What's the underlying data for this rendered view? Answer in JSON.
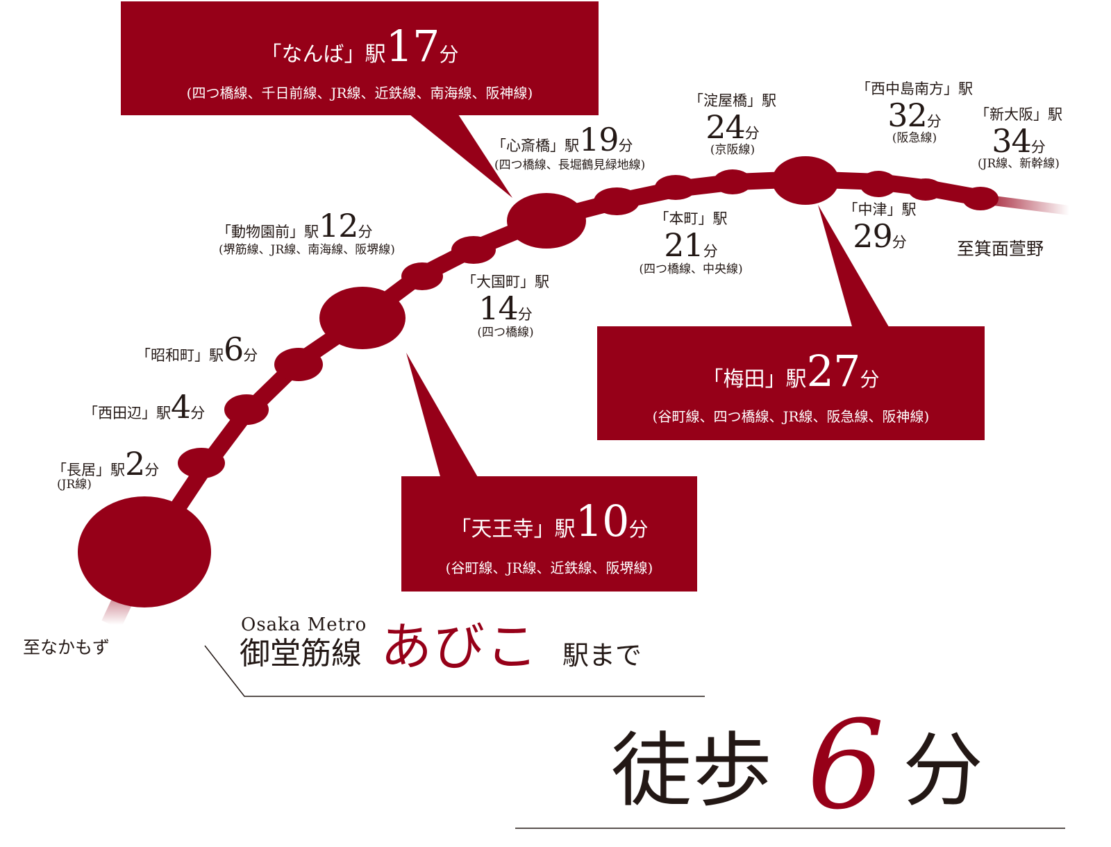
{
  "colors": {
    "accent": "#960018",
    "text": "#231815",
    "background": "#ffffff"
  },
  "directions": {
    "south": "至なかもず",
    "north": "至箕面萱野"
  },
  "stations": {
    "nagai": {
      "name": "「長居」駅",
      "minutes": "2",
      "unit": "分",
      "lines": "(JR線)"
    },
    "nishitanabe": {
      "name": "「西田辺」駅",
      "minutes": "4",
      "unit": "分"
    },
    "showacho": {
      "name": "「昭和町」駅",
      "minutes": "6",
      "unit": "分"
    },
    "dobutsuen": {
      "name": "「動物園前」駅",
      "minutes": "12",
      "unit": "分",
      "lines": "(堺筋線、JR線、南海線、阪堺線)"
    },
    "daikokucho": {
      "name": "「大国町」駅",
      "minutes": "14",
      "unit": "分",
      "lines": "(四つ橋線)"
    },
    "shinsaibashi": {
      "name": "「心斎橋」駅",
      "minutes": "19",
      "unit": "分",
      "lines": "(四つ橋線、長堀鶴見緑地線)"
    },
    "hommachi": {
      "name": "「本町」駅",
      "minutes": "21",
      "unit": "分",
      "lines": "(四つ橋線、中央線)"
    },
    "yodoyabashi": {
      "name": "「淀屋橋」駅",
      "minutes": "24",
      "unit": "分",
      "lines": "(京阪線)"
    },
    "nakatsu": {
      "name": "「中津」駅",
      "minutes": "29",
      "unit": "分"
    },
    "nishinakajima": {
      "name": "「西中島南方」駅",
      "minutes": "32",
      "unit": "分",
      "lines": "(阪急線)"
    },
    "shinosaka": {
      "name": "「新大阪」駅",
      "minutes": "34",
      "unit": "分",
      "lines": "(JR線、新幹線)"
    }
  },
  "callouts": {
    "namba": {
      "name": "「なんば」駅",
      "minutes": "17",
      "unit": "分",
      "lines": "(四つ橋線、千日前線、JR線、近鉄線、南海線、阪神線)"
    },
    "tennoji": {
      "name": "「天王寺」駅",
      "minutes": "10",
      "unit": "分",
      "lines": "(谷町線、JR線、近鉄線、阪堺線)"
    },
    "umeda": {
      "name": "「梅田」駅",
      "minutes": "27",
      "unit": "分",
      "lines": "(谷町線、四つ橋線、JR線、阪急線、阪神線)"
    }
  },
  "headline": {
    "company": "Osaka Metro",
    "line": "御堂筋線",
    "station": "あびこ",
    "suffix": "駅まで",
    "walk_label": "徒歩",
    "walk_minutes": "6",
    "walk_unit": "分"
  }
}
